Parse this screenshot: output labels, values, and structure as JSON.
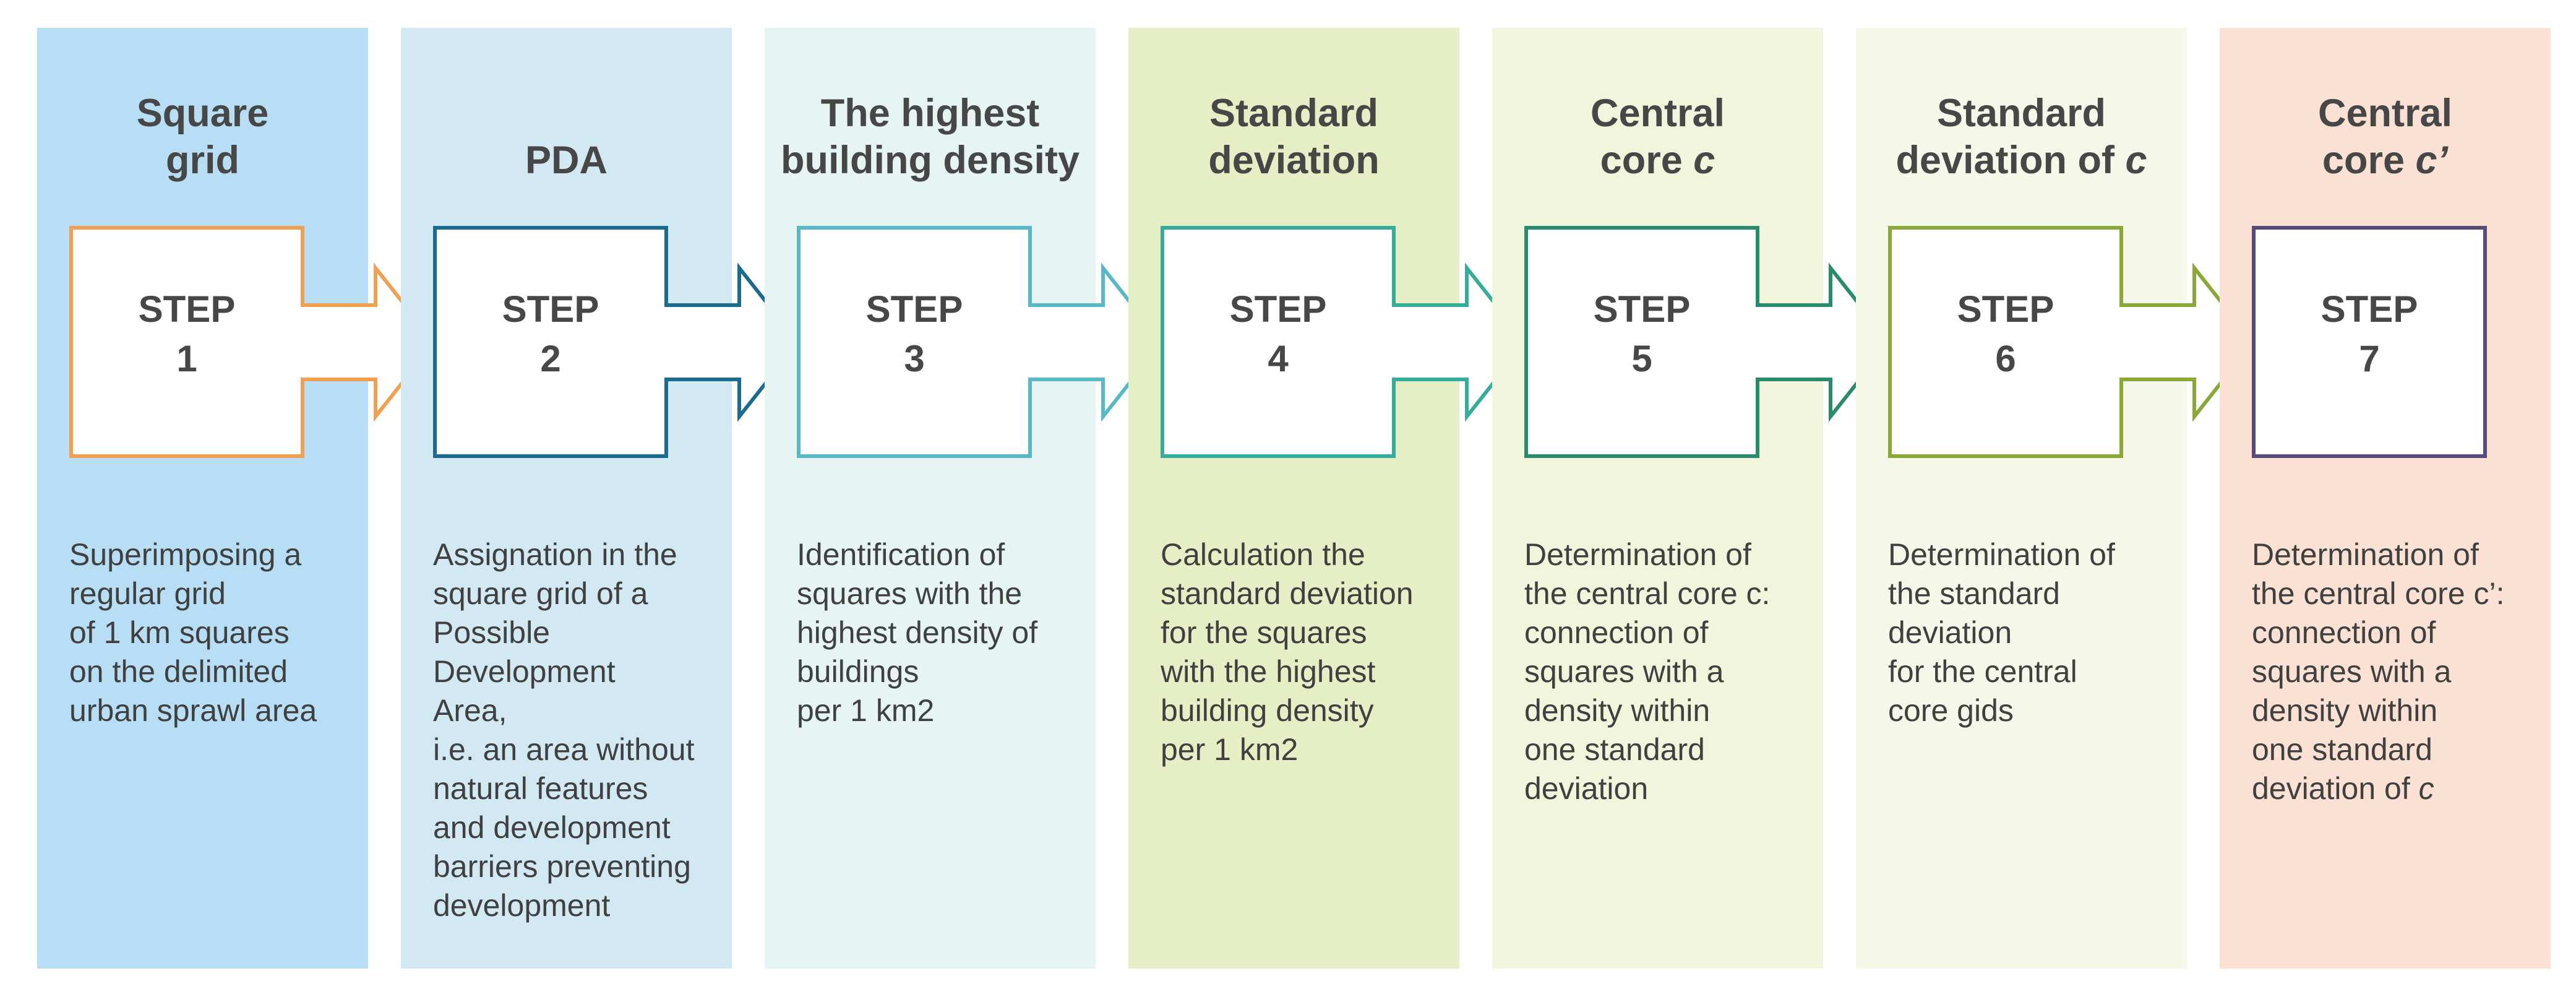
{
  "steps": [
    {
      "title_line1": "Square",
      "title_line2": "grid",
      "step_word": "STEP",
      "step_number": "1",
      "description": [
        "Superimposing a",
        "regular grid",
        "of 1 km squares",
        "on the delimited",
        "urban sprawl area"
      ],
      "bg_color": "#b8def5",
      "outline_color": "#f0a050"
    },
    {
      "title_line1": "",
      "title_line2": "PDA",
      "step_word": "STEP",
      "step_number": "2",
      "description": [
        "Assignation in the",
        "square grid of a",
        "Possible",
        "Development",
        "Area,",
        "i.e. an area without",
        "natural features",
        "and development",
        "barriers preventing",
        "development"
      ],
      "bg_color": "#d2e8f2",
      "outline_color": "#1a6c8e"
    },
    {
      "title_line1": "The highest",
      "title_line2": "building density",
      "step_word": "STEP",
      "step_number": "3",
      "description": [
        "Identification of",
        "squares with the",
        "highest density of",
        "buildings",
        "per 1 km2"
      ],
      "bg_color": "#e6f5f3",
      "outline_color": "#58b8c6"
    },
    {
      "title_line1": "Standard",
      "title_line2": "deviation",
      "step_word": "STEP",
      "step_number": "4",
      "description": [
        "Calculation the",
        "standard deviation",
        "for the squares",
        "with the highest",
        "building density",
        "per 1 km2"
      ],
      "bg_color": "#e6eec6",
      "outline_color": "#34ae9a"
    },
    {
      "title_line1": "Central",
      "title_line2": "core",
      "title_italic": "c",
      "step_word": "STEP",
      "step_number": "5",
      "description": [
        "Determination of",
        "the central core c:",
        "connection of",
        "squares with a",
        "density within",
        "one standard",
        "deviation"
      ],
      "bg_color": "#f0f5dc",
      "outline_color": "#2a8a6c"
    },
    {
      "title_line1": "Standard",
      "title_line2": "deviation of",
      "title_italic": "c",
      "step_word": "STEP",
      "step_number": "6",
      "description": [
        "Determination of",
        "the standard",
        "deviation",
        "for the central",
        "core gids"
      ],
      "bg_color": "#f5f8e9",
      "outline_color": "#8aa838"
    },
    {
      "title_line1": "Central",
      "title_line2": "core",
      "title_italic": "c’",
      "step_word": "STEP",
      "step_number": "7",
      "description": [
        "Determination of",
        "the central core c’:",
        "connection of",
        "squares with a",
        "density within",
        "one standard",
        "deviation of"
      ],
      "description_tail_italic": "c",
      "bg_color": "#fae1d3",
      "outline_color": "#5a4a7c"
    }
  ]
}
